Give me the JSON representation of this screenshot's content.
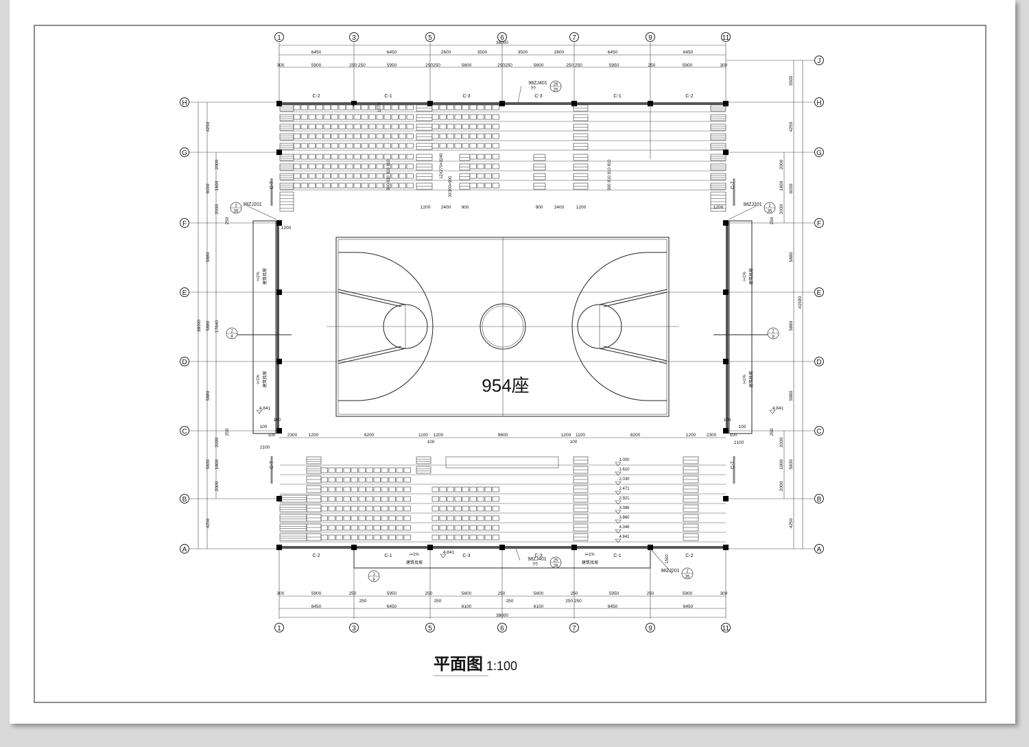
{
  "title": {
    "name": "平面图",
    "scale": "1:100"
  },
  "seat_count": "954座",
  "axes": {
    "columns": [
      "1",
      "3",
      "5",
      "6",
      "7",
      "9",
      "11"
    ],
    "rows": [
      "J",
      "H",
      "G",
      "F",
      "E",
      "D",
      "C",
      "B",
      "A"
    ]
  },
  "dimensions": {
    "top_overall": "38000",
    "top_bays": [
      "6450",
      "6450",
      "2600",
      "3500",
      "3500",
      "2600",
      "6450",
      "6450"
    ],
    "top_detail": [
      "300",
      "5900",
      "250 250",
      "5950",
      "250250",
      "5600",
      "250250",
      "5600",
      "250 250",
      "5950",
      "250",
      "5900",
      "300"
    ],
    "bottom_detail": [
      "300",
      "5900",
      "250",
      "5950",
      "250",
      "5600",
      "250",
      "5600",
      "250",
      "5950",
      "250",
      "5900",
      "300"
    ],
    "bottom_extra": [
      "250",
      "250",
      "250",
      "250 250"
    ],
    "bottom_bays": [
      "6450",
      "6450",
      "6100",
      "6100",
      "6450",
      "6450"
    ],
    "bottom_overall": "38000",
    "left_outer": "38000",
    "left_bays": [
      "4250",
      "6030",
      "5880",
      "5880",
      "5880",
      "5830",
      "4250"
    ],
    "left_inner": [
      "2000",
      "1800",
      "2030",
      "17640",
      "2030",
      "1800",
      "2000"
    ],
    "right_bays": [
      "3500",
      "4250",
      "6030",
      "5880",
      "5880",
      "5880",
      "5830",
      "4250"
    ],
    "right_overall": "41500",
    "right_inner": [
      "2000",
      "1800",
      "2030",
      "2030",
      "1800",
      "2000"
    ],
    "court": [
      "100",
      "2300",
      "1200",
      "8200",
      "1100",
      "100",
      "1200",
      "9600",
      "1200",
      "100",
      "1100",
      "8200",
      "1200",
      "2300",
      "100"
    ],
    "side_small": [
      "250",
      "250",
      "250",
      "250",
      "100",
      "100",
      "100",
      "100",
      "2100",
      "2100",
      "1200",
      "1200"
    ],
    "stairs_top": [
      "1200",
      "2400",
      "900",
      "900",
      "2400",
      "1200"
    ],
    "seat_rows_left": "900 810 810 810",
    "seat_rows_right": "900 810 810 810",
    "steps_a": "12X270=3240",
    "steps_b": "3X300=900",
    "row_depth": "1070",
    "ramp_depth": "1500"
  },
  "windows": {
    "top": [
      "C-2",
      "C-1",
      "C-3",
      "C-3",
      "C-1",
      "C-2"
    ],
    "bottom": [
      "C-2",
      "C-1",
      "C-3",
      "C-3",
      "C-1",
      "C-2"
    ],
    "side": [
      "C-7",
      "C-7",
      "C-7",
      "C-7"
    ]
  },
  "elevations": [
    "1.000",
    "1.610",
    "2.030",
    "2.471",
    "2.921",
    "3.386",
    "3.860",
    "4.346",
    "4.841"
  ],
  "annotations": {
    "ground_levels": [
      "4.841",
      "4.841",
      "4.841"
    ],
    "details": [
      "98ZJ401",
      "98ZJ401",
      "98ZJ201",
      "98ZJ201",
      "98ZJ201"
    ],
    "unknown_mark": [
      "??",
      "??"
    ],
    "slope": [
      "i=1%",
      "i=1%",
      "i=1%",
      "i=1%",
      "i=1%",
      "i=1%"
    ],
    "slope_note": [
      "建筑找坡",
      "建筑找坡",
      "建筑找坡",
      "建筑找坡",
      "建筑找坡",
      "建筑找坡"
    ],
    "bubbles": [
      {
        "top": "28",
        "bottom": "25"
      },
      {
        "top": "25",
        "bottom": "28"
      },
      {
        "top": "2",
        "bottom": "35"
      },
      {
        "top": "2",
        "bottom": "35"
      },
      {
        "top": "2",
        "bottom": "35"
      },
      {
        "top": "2",
        "bottom": "8"
      },
      {
        "top": "2",
        "bottom": "8"
      },
      {
        "top": "1",
        "bottom": "8"
      }
    ]
  }
}
